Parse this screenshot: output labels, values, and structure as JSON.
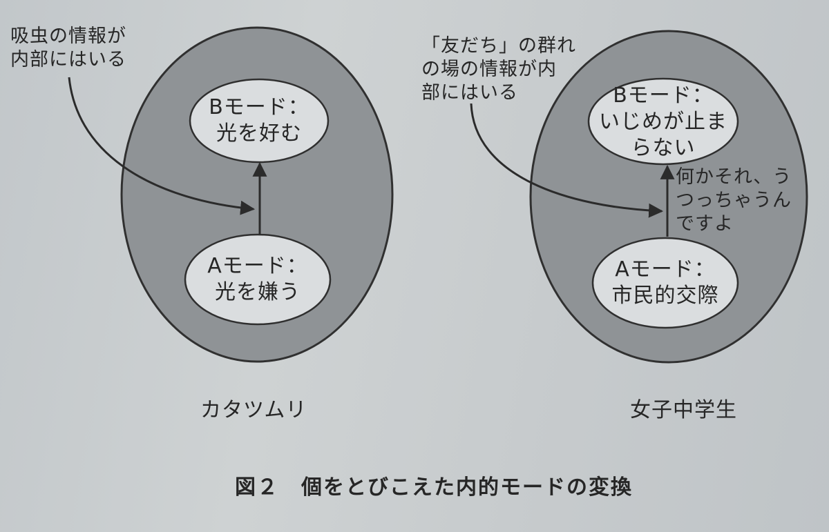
{
  "colors": {
    "page": "#ccd0d2",
    "outer_fill": "#8f9396",
    "outer_stroke": "#303030",
    "inner_fill": "#dadddf",
    "arrow": "#2b2b2b"
  },
  "left": {
    "external_info": "吸虫の情報が\n内部にはいる",
    "mode_b": "Bモード：\n光を好む",
    "mode_a": "Aモード：\n光を嫌う",
    "caption": "カタツムリ"
  },
  "right": {
    "external_info": "「友だち」の群れ\nの場の情報が内\n部にはいる",
    "mode_b": "Bモード：\nいじめが止ま\nらない",
    "mode_a": "Aモード：\n市民的交際",
    "arrow_note": "何かそれ、う\nつっちゃうん\nですよ",
    "caption": "女子中学生"
  },
  "figure_caption": "図２　個をとびこえた内的モードの変換"
}
